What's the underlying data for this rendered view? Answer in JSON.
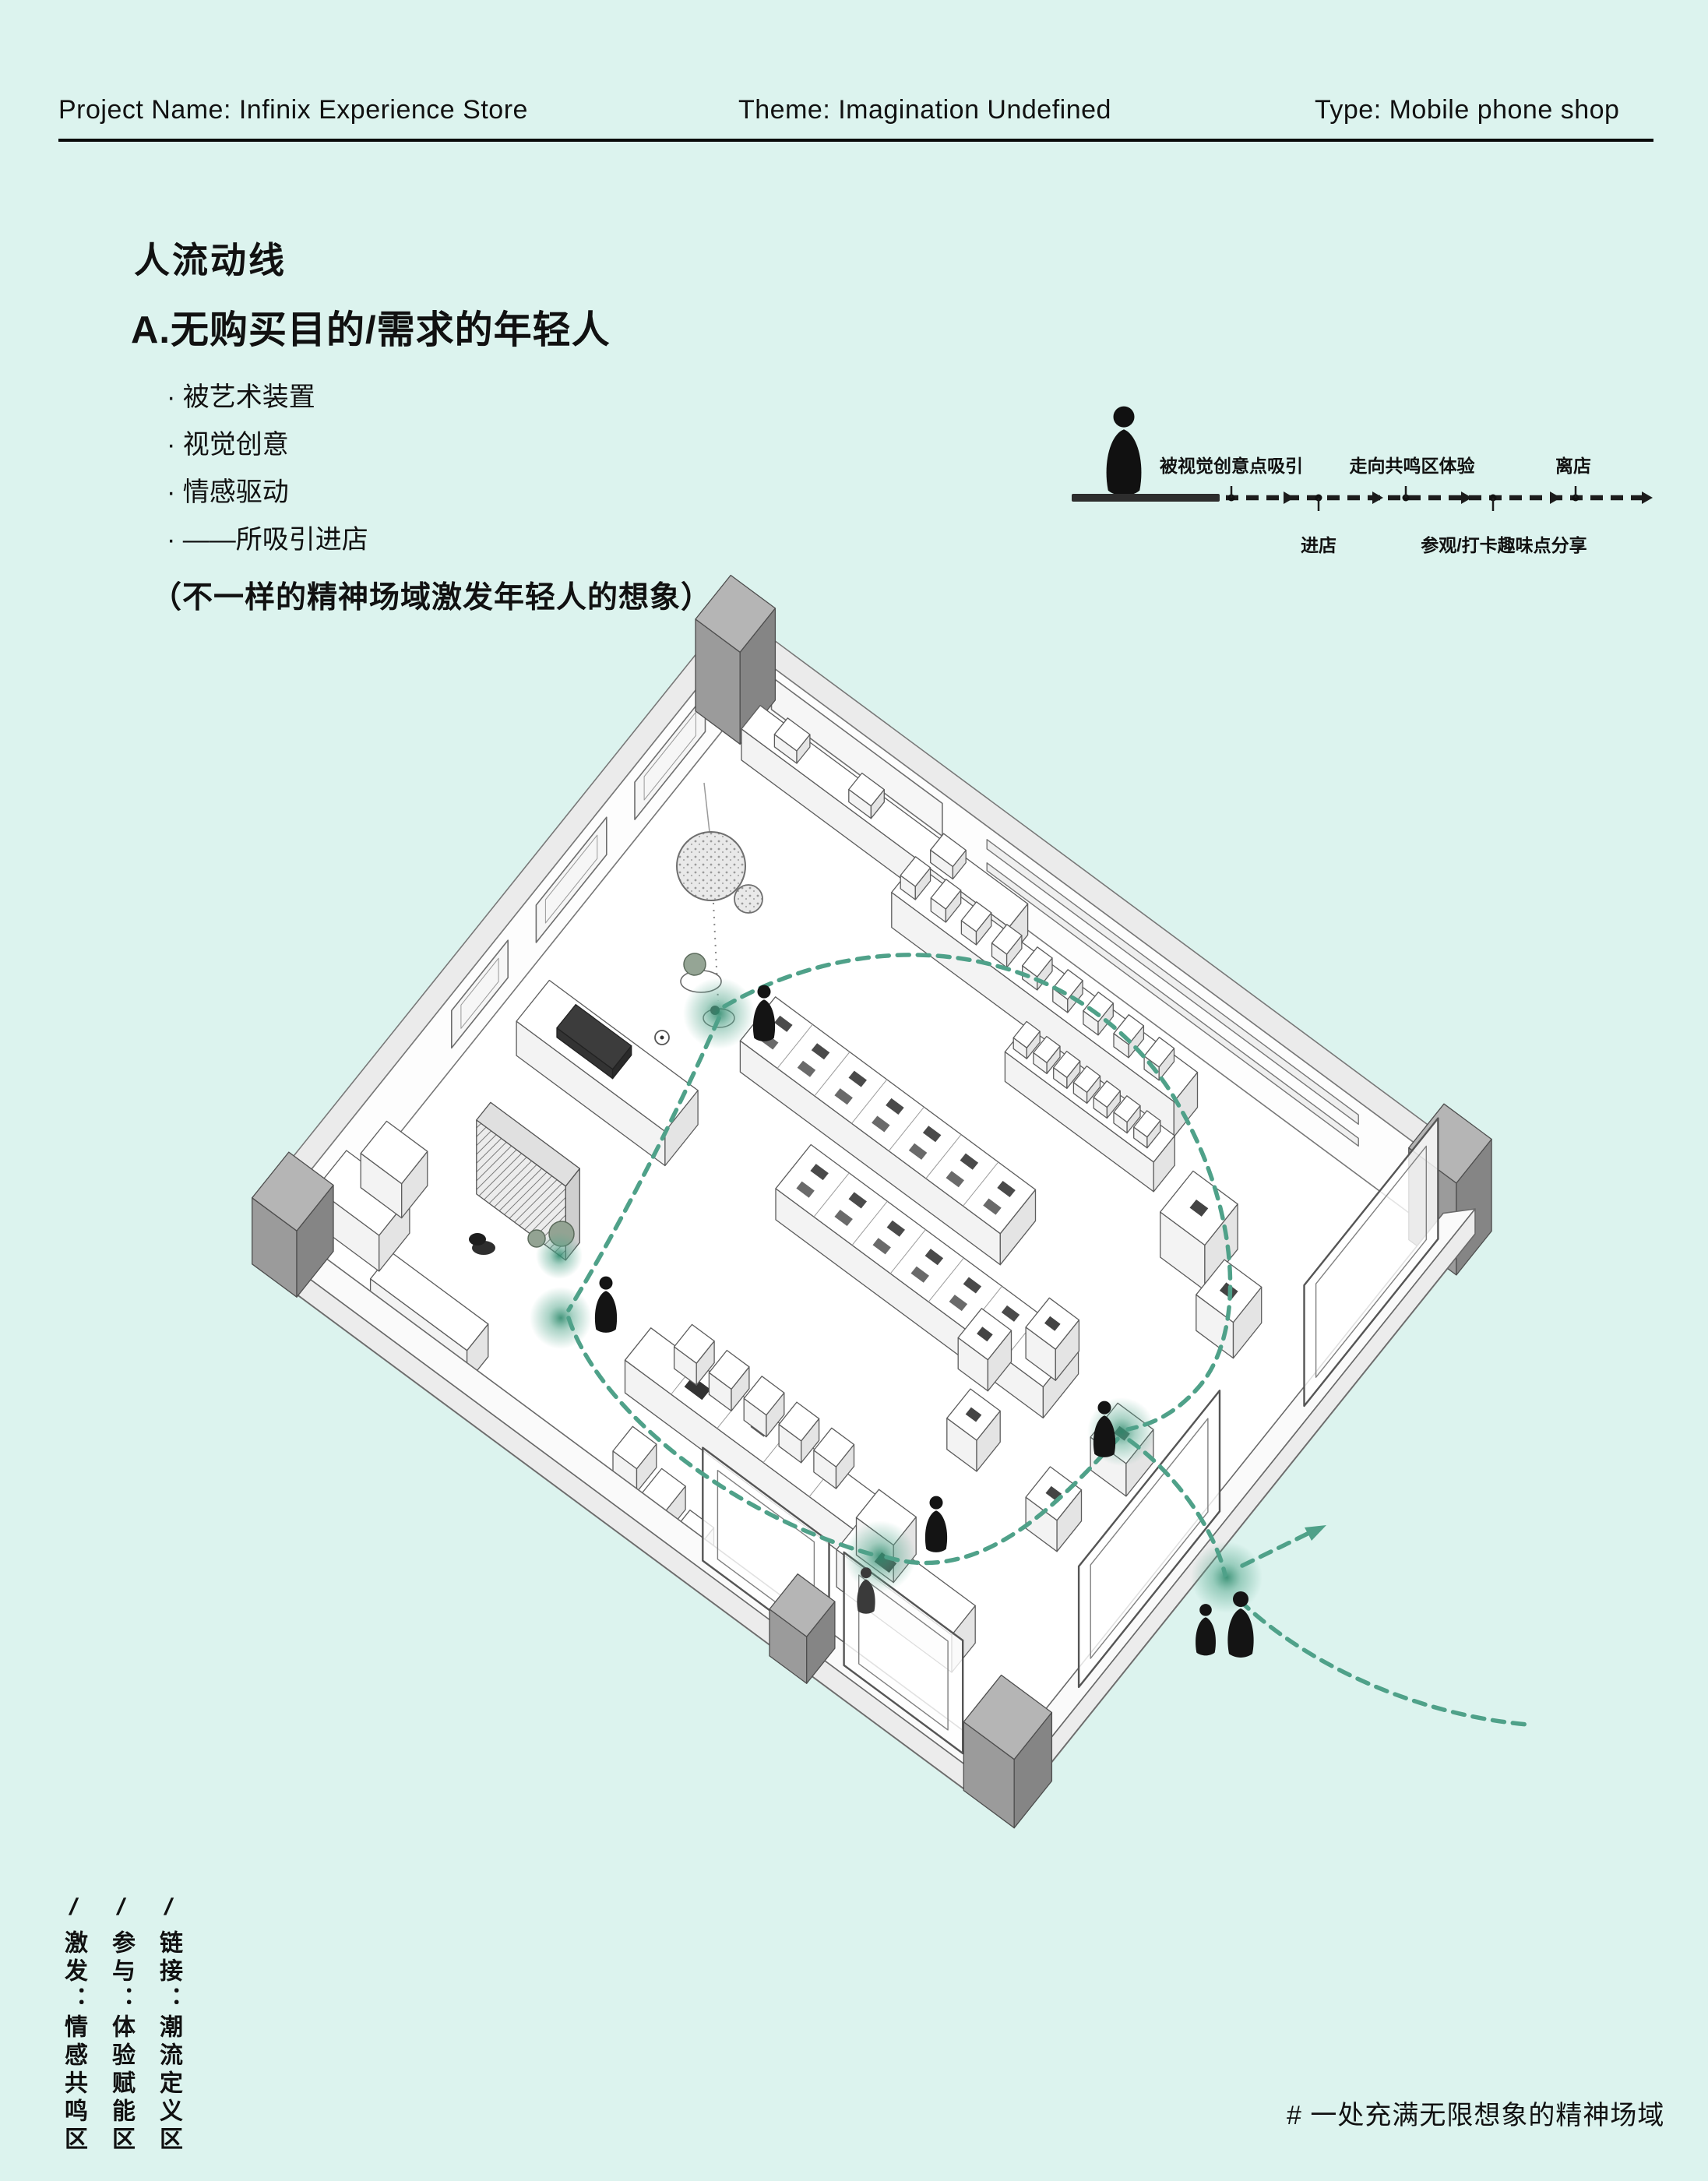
{
  "colors": {
    "bg": "#DCF3EE",
    "ink": "#111111",
    "teal_path": "#4FA189",
    "glow": "#57A88E",
    "glow_deep": "#2F8A6D",
    "wall_grey": "#9B9B9B"
  },
  "header": {
    "project": "Project Name: Infinix Experience Store",
    "theme": "Theme: Imagination Undefined",
    "type": "Type: Mobile phone shop"
  },
  "intro": {
    "title": "人流动线",
    "subtitle": "A.无购买目的/需求的年轻人",
    "bullets": [
      "· 被艺术装置",
      "· 视觉创意",
      "· 情感驱动",
      "· ——所吸引进店"
    ],
    "note": "（不一样的精神场域激发年轻人的想象）"
  },
  "timeline": {
    "top_labels": [
      "被视觉创意点吸引",
      "走向共鸣区体验",
      "离店"
    ],
    "bottom_labels": [
      "进店",
      "参观/打卡趣味点分享"
    ]
  },
  "zones": {
    "slash": "/",
    "items": [
      "激发：情感共鸣区",
      "参与：体验赋能区",
      "链接：潮流定义区"
    ]
  },
  "footer": {
    "tagline": "# 一处充满无限想象的精神场域"
  }
}
